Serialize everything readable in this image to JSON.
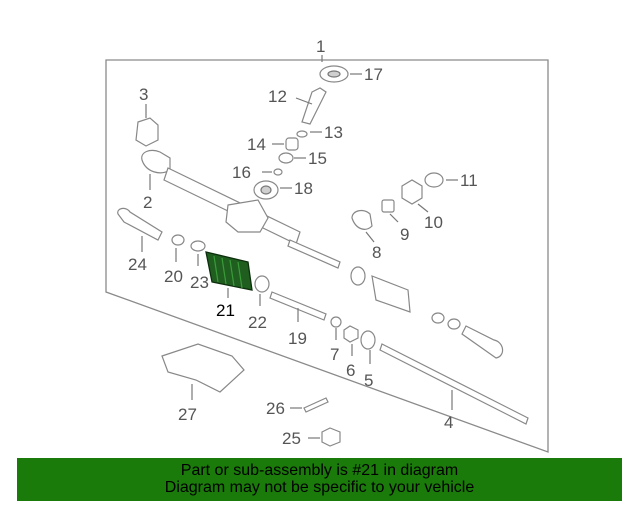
{
  "callouts": {
    "c1": "1",
    "c2": "2",
    "c3": "3",
    "c4": "4",
    "c5": "5",
    "c6": "6",
    "c7": "7",
    "c8": "8",
    "c9": "9",
    "c10": "10",
    "c11": "11",
    "c12": "12",
    "c13": "13",
    "c14": "14",
    "c15": "15",
    "c16": "16",
    "c17": "17",
    "c18": "18",
    "c19": "19",
    "c20": "20",
    "c21": "21",
    "c22": "22",
    "c23": "23",
    "c24": "24",
    "c25": "25",
    "c26": "26",
    "c27": "27"
  },
  "highlight": {
    "part": "21",
    "color": "#1f5e1f"
  },
  "footer": {
    "line1": "Part or sub-assembly is #21 in diagram",
    "line2": "Diagram may not be specific to your vehicle",
    "background": "#1a7a0a"
  }
}
